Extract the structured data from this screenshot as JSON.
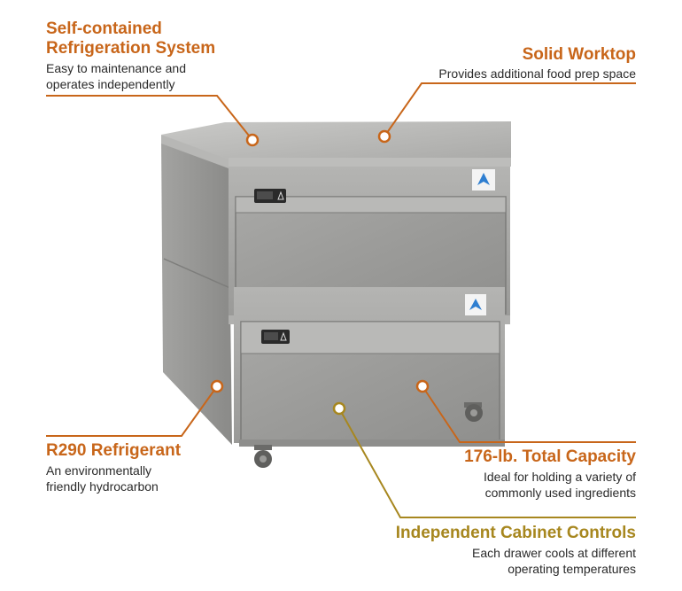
{
  "callouts": {
    "self_contained": {
      "title_line1": "Self-contained",
      "title_line2": "Refrigeration System",
      "desc_line1": "Easy to maintenance and",
      "desc_line2": "operates independently"
    },
    "worktop": {
      "title": "Solid Worktop",
      "desc": "Provides additional food prep space"
    },
    "refrigerant": {
      "title": "R290 Refrigerant",
      "desc_line1": "An environmentally",
      "desc_line2": "friendly hydrocarbon"
    },
    "capacity": {
      "title": "176-lb. Total Capacity",
      "desc_line1": "Ideal for holding a variety of",
      "desc_line2": "commonly used ingredients"
    },
    "controls": {
      "title": "Independent Cabinet Controls",
      "desc_line1": "Each drawer cools at different",
      "desc_line2": "operating temperatures"
    }
  },
  "colors": {
    "orange": "#c8661a",
    "gold": "#a7871f",
    "steel": "#9c9c9a"
  },
  "icons": [
    "logo-icon",
    "thermostat-display-icon",
    "caster-wheel-icon"
  ]
}
